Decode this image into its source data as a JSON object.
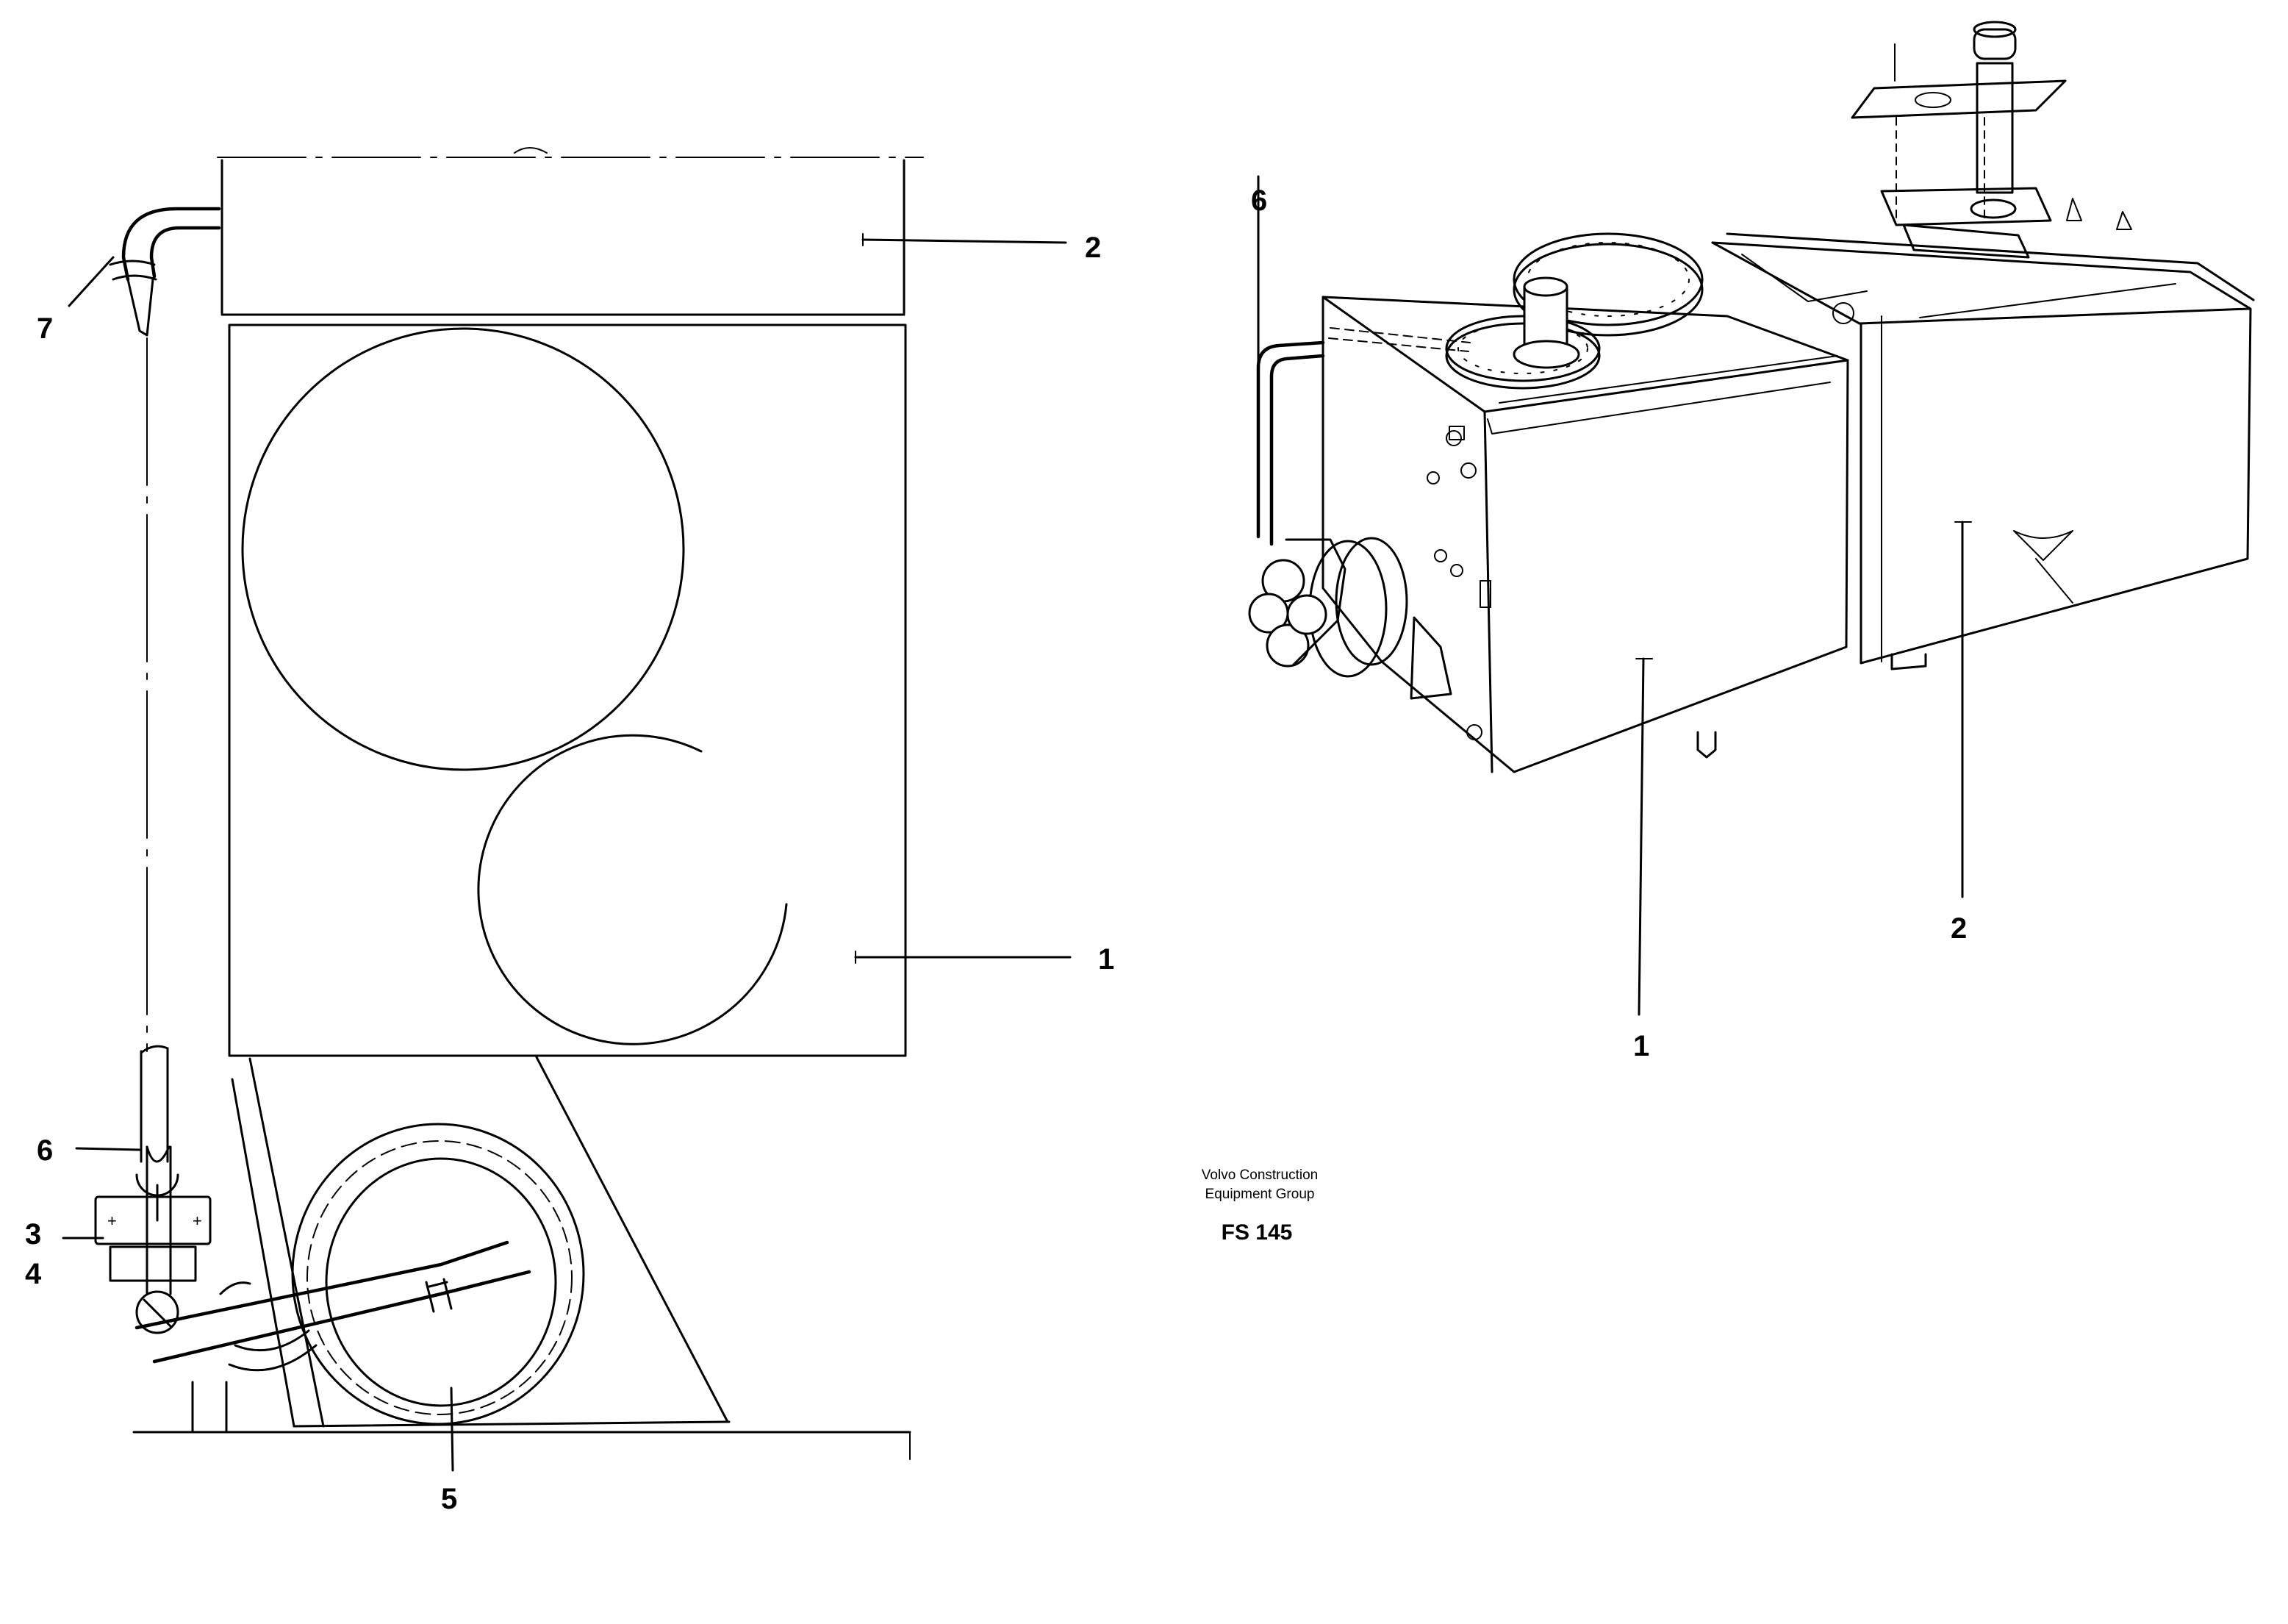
{
  "left_view": {
    "callouts": [
      {
        "label": "7"
      },
      {
        "label": "2"
      },
      {
        "label": "1"
      },
      {
        "label": "6"
      },
      {
        "label": "3"
      },
      {
        "label": "4"
      },
      {
        "label": "5"
      }
    ],
    "clamp_marks": [
      "+",
      "+"
    ]
  },
  "right_view": {
    "callouts": [
      {
        "label": "6"
      },
      {
        "label": "1"
      },
      {
        "label": "2"
      }
    ]
  },
  "caption": {
    "company_line1": "Volvo Construction",
    "company_line2": "Equipment Group",
    "code": "FS 145"
  }
}
